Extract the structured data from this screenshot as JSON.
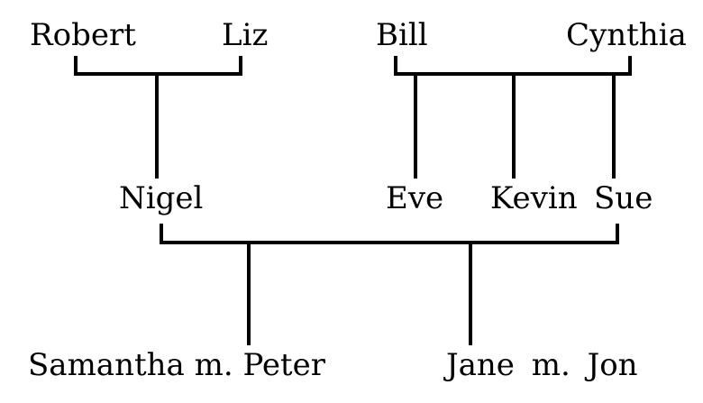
{
  "generation_1": {
    "robert": "Robert",
    "liz": "Liz",
    "bill": "Bill",
    "cynthia": "Cynthia"
  },
  "generation_2": {
    "nigel": "Nigel",
    "eve": "Eve",
    "kevin": "Kevin",
    "sue": "Sue"
  },
  "generation_3": {
    "samantha_marriage": "Samantha m. Peter",
    "jane_marriage": "Jane m. Jon"
  },
  "colors": {
    "line": "#000000",
    "text": "#000000",
    "background": "#ffffff"
  }
}
